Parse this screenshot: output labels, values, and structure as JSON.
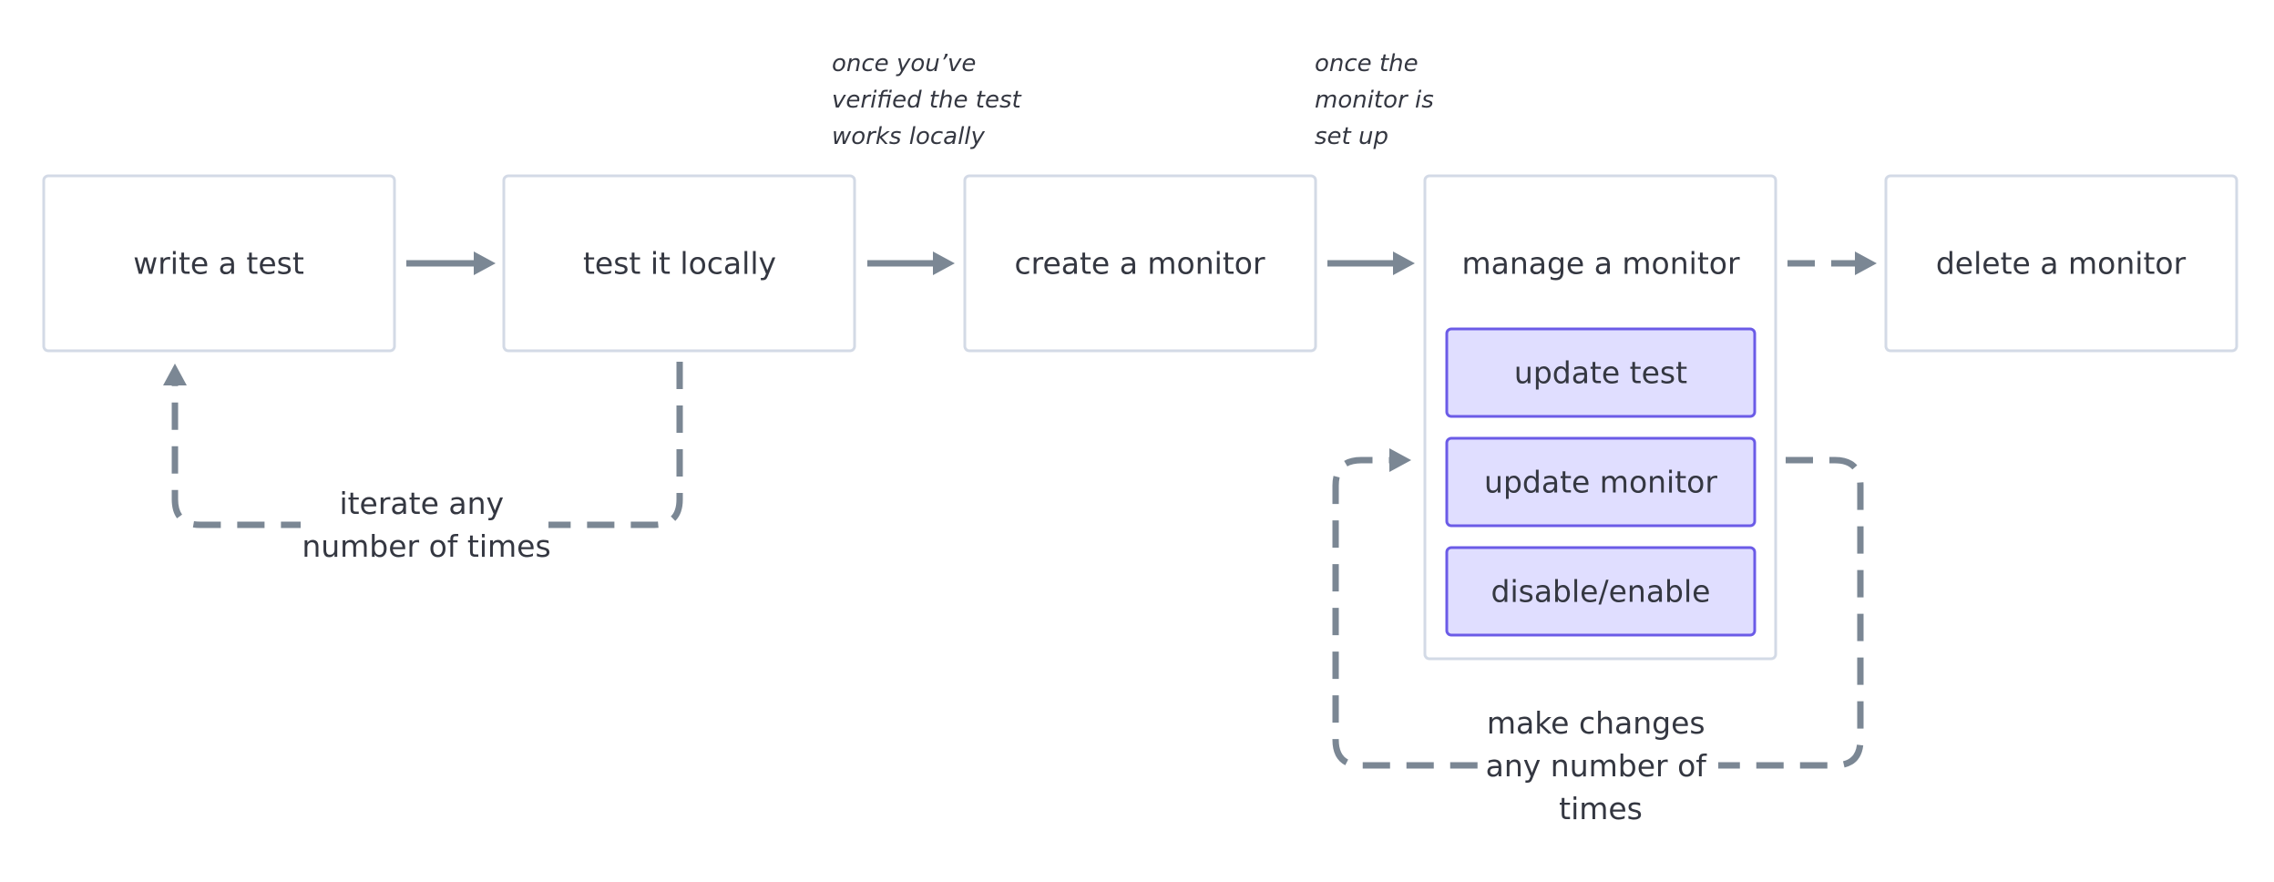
{
  "steps": [
    {
      "id": "write-test",
      "label": "write a test"
    },
    {
      "id": "test-locally",
      "label": "test it locally"
    },
    {
      "id": "create-monitor",
      "label": "create a monitor"
    },
    {
      "id": "manage-monitor",
      "label": "manage a monitor"
    },
    {
      "id": "delete-monitor",
      "label": "delete a monitor"
    }
  ],
  "sub_steps": [
    {
      "id": "update-test",
      "label": "update test"
    },
    {
      "id": "update-monitor",
      "label": "update monitor"
    },
    {
      "id": "disable-enable",
      "label": "disable/enable"
    }
  ],
  "notes": {
    "before_create": [
      "once you’ve",
      "verified the test",
      "works locally"
    ],
    "before_manage": [
      "once the",
      "monitor is",
      "set up"
    ]
  },
  "loops": {
    "local": [
      "iterate any",
      "number of times"
    ],
    "manage": [
      "make changes",
      "any number of",
      "times"
    ]
  },
  "colors": {
    "box_border": "#d3dae6",
    "sub_box_fill": "#e0deff",
    "sub_box_border": "#6b5be7",
    "arrow": "#7b8794",
    "text": "#343741"
  }
}
